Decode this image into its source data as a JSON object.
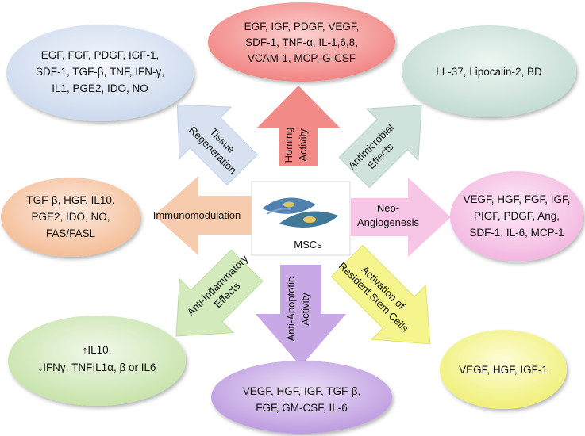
{
  "center": {
    "label": "MSCs"
  },
  "colors": {
    "red": "#f28a88",
    "blue": "#d7e1f0",
    "teal": "#cfe3dc",
    "orange": "#f7cbad",
    "pink": "#f7c6e6",
    "green": "#d3eabd",
    "purple": "#c8a9e6",
    "yellow": "#f6f58d"
  },
  "ovals": {
    "homing": [
      "EGF, IGF, PDGF, VEGF,",
      "SDF-1, TNF-α, IL-1,6,8,",
      "VCAM-1, MCP, G-CSF"
    ],
    "tissue": [
      "EGF, FGF, PDGF, IGF-1,",
      "SDF-1, TGF-β, TNF, IFN-γ,",
      "IL1, PGE2, IDO, NO"
    ],
    "antimicrobial": [
      "LL-37, Lipocalin-2, BD"
    ],
    "immuno": [
      "TGF-β, HGF, IL10,",
      "PGE2, IDO, NO,",
      "FAS/FASL"
    ],
    "angio": [
      "VEGF, HGF, FGF, IGF,",
      "PIGF, PDGF, Ang,",
      "SDF-1, IL-6, MCP-1"
    ],
    "inflam": [
      "↑IL10,",
      "↓IFNγ, TNFIL1α, β or IL6"
    ],
    "apoptotic": [
      "VEGF, HGF, IGF, TGF-β,",
      "FGF, GM-CSF, IL-6"
    ],
    "stem": [
      "VEGF, HGF, IGF-1"
    ]
  },
  "arrows": {
    "homing": [
      "Homing",
      "Activity"
    ],
    "tissue": [
      "Tissue",
      "Regeneration"
    ],
    "antimicrobial": [
      "Antimicrobial",
      "Effects"
    ],
    "immuno": [
      "Immunomodulation"
    ],
    "angio": [
      "Neo-",
      "Angiogenesis"
    ],
    "inflam": [
      "Anti-Inflammatory",
      "Effects"
    ],
    "apoptotic": [
      "Anti-Apoptotic",
      "Activity"
    ],
    "stem": [
      "Activation of",
      "Resident Stem Cells"
    ]
  }
}
